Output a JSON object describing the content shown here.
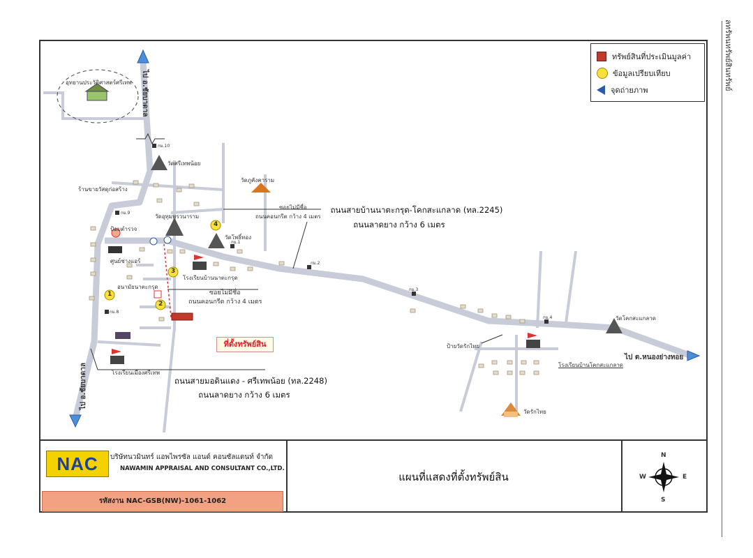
{
  "legend": {
    "property": "ทรัพย์สินที่ประเมินมูลค่า",
    "comparison": "ข้อมูลเปรียบเทียบ",
    "photo_point": "จุดถ่ายภาพ"
  },
  "side_text": "ลทรัพนทรัพย์สินทรัพย์",
  "roads": {
    "main_name": "ถนนสายบ้านนาตะกรุด-โคกสะแกลาด (ทล.2245)",
    "main_surface": "ถนนลาดยาง กว้าง 6 เมตร",
    "south_name": "ถนนสายมอดินแดง - ศรีเทพน้อย (ทล.2248)",
    "south_surface": "ถนนลาดยาง กว้าง 6 เมตร",
    "soi1_name": "ซอยไม่มีชื่อ",
    "soi1_surface": "ถนนคอนกรีต กว้าง 4 เมตร",
    "soi2_name": "ซอยไม่มีชื่อ",
    "soi2_surface": "ถนนคอนกรีต กว้าง 4 เมตร"
  },
  "directions": {
    "north": "ไป อ.ชัยบาดาล",
    "south": "ไป อ.ชัยบาดาล",
    "east": "ไป ต.หนองย่างทอย"
  },
  "places": {
    "park": "อุทยานประวัติศาสตร์ศรีเทพ",
    "temple1": "วัดศรีเทพน้อย",
    "temple2": "วัดภูคังคาราม",
    "temple3": "วัดอุทุมพรวนาราม",
    "temple4": "วัดโพธิ์ทอง",
    "temple5": "วัดโคกสะแกลาด",
    "temple6": "วัดรักไทย",
    "shop": "ร้านขายวัสดุก่อสร้าง",
    "police": "ป้อมตำรวจ",
    "store": "ศูนย์ช่างแอร์",
    "health": "อนามัยนาตะกรุด",
    "school1": "โรงเรียนบ้านนาตะกรุด",
    "school2": "โรงเรียนบ้านโคกสะแกลาด",
    "school3": "โรงเรียนเมืองศรีเทพ",
    "sign": "ป้ายวัดรักไทย"
  },
  "km": {
    "k10": "กม.10",
    "k9": "กม.9",
    "k1": "กม.1",
    "k2": "กม.2",
    "k3": "กม.3",
    "k4": "กม.4",
    "k8": "กม.8"
  },
  "comparison_points": [
    "1",
    "2",
    "3",
    "4"
  ],
  "site_label": "ที่ตั้งทรัพย์สิน",
  "footer": {
    "logo": "NAC",
    "company_th": "บริษัทนวมินทร์ แอพไพรซัล แอนด์ คอนซัลแตนท์ จำกัด",
    "company_en": "NAWAMIN APPRAISAL AND CONSULTANT CO.,LTD.",
    "job_code": "รหัสงาน NAC-GSB(NW)-1061-1062",
    "map_title": "แผนที่แสดงที่ตั้งทรัพย์สิน",
    "compass": {
      "n": "N",
      "s": "S",
      "e": "E",
      "w": "W"
    }
  },
  "colors": {
    "road": "#c7ccd8",
    "property": "#c0392b",
    "comparison": "#f7e13a",
    "arrow": "#4d8fd6",
    "logo_bg": "#f3d200",
    "job_bg": "#f2a283"
  }
}
